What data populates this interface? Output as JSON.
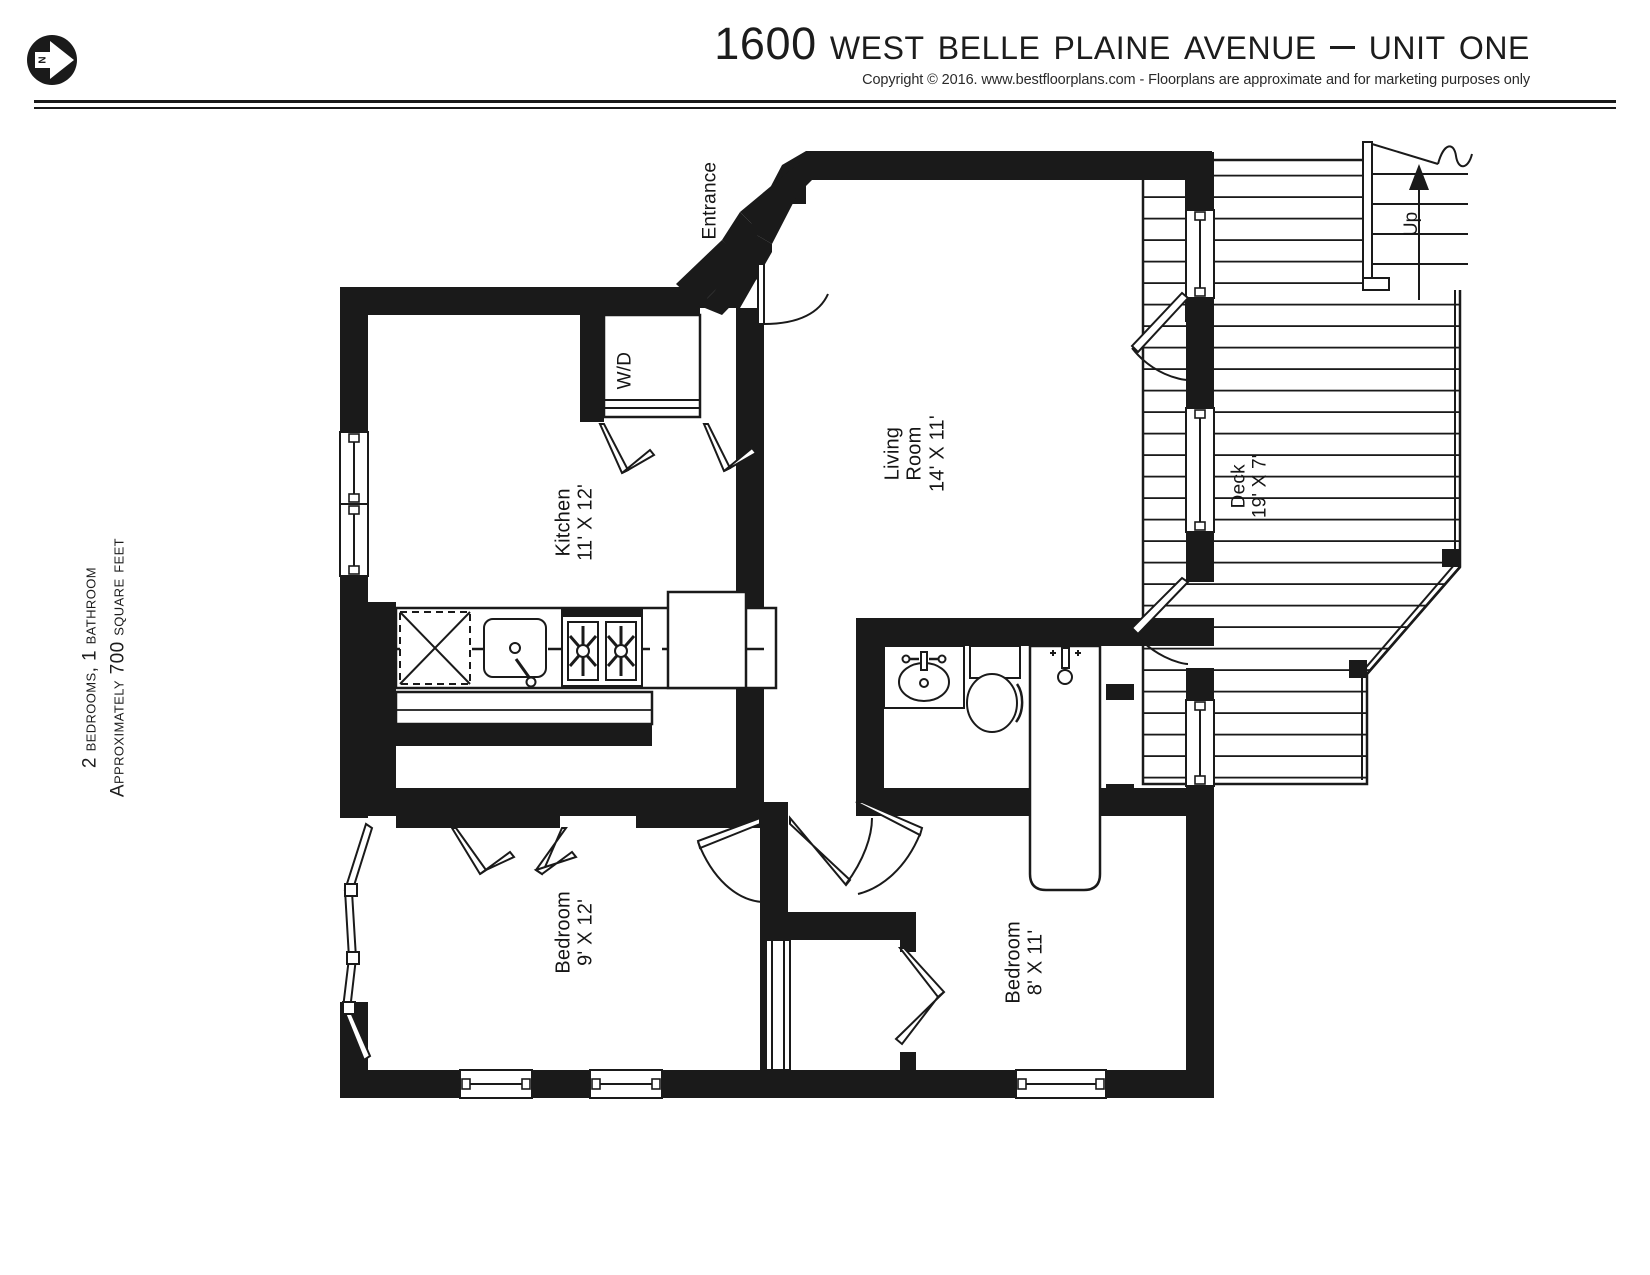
{
  "header": {
    "compass_icon": "compass-north-arrow-icon",
    "compass_letter": "N",
    "title": "1600 West Belle Plaine Avenue – Unit One",
    "copyright": "Copyright © 2016. www.bestfloorplans.com - Floorplans are approximate and for marketing purposes only"
  },
  "side_caption": {
    "line1": "2 Bedrooms, 1 Bathroom",
    "line2": "Approximately 700 Square Feet"
  },
  "floorplan": {
    "type": "residential-floor-plan",
    "unit": "Unit One",
    "bedrooms": 2,
    "bathrooms": 1,
    "square_feet": 700,
    "rooms": [
      {
        "id": "living-room",
        "name": "Living",
        "name2": "Room",
        "dims": "14' X 11'"
      },
      {
        "id": "kitchen",
        "name": "Kitchen",
        "dims": "11' X 12'"
      },
      {
        "id": "bedroom-1",
        "name": "Bedroom",
        "dims": "9' X 12'"
      },
      {
        "id": "bedroom-2",
        "name": "Bedroom",
        "dims": "8' X 11'"
      },
      {
        "id": "deck",
        "name": "Deck",
        "dims": "19' X 7'"
      }
    ],
    "annotations": [
      {
        "id": "entrance",
        "text": "Entrance"
      },
      {
        "id": "laundry-closet",
        "text": "W/D"
      },
      {
        "id": "stair-direction",
        "text": "Up"
      }
    ],
    "fixtures": [
      "kitchen-sink",
      "range-cooktop",
      "dishwasher",
      "refrigerator",
      "bathroom-sink",
      "toilet",
      "bathtub",
      "washer-dryer"
    ],
    "colors": {
      "wall_fill": "#1a1a1a",
      "line": "#1a1a1a",
      "background": "#ffffff"
    }
  }
}
